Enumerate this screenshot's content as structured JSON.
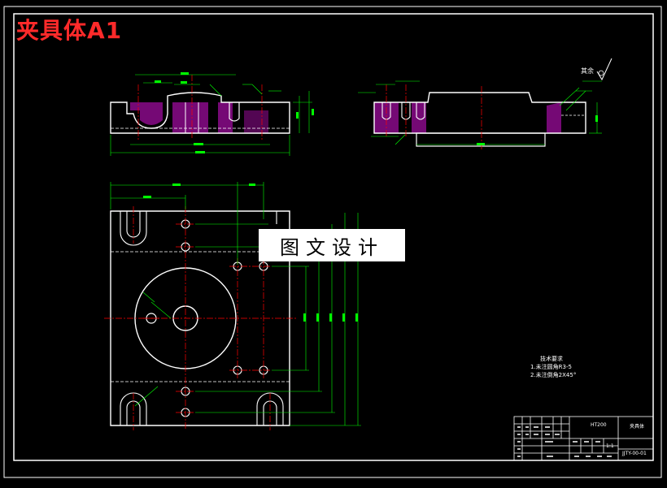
{
  "drawing": {
    "title": "夹具体A1",
    "watermark": "图文设计",
    "roughness_note": "其余",
    "tech_requirements": {
      "heading": "技术要求",
      "items": [
        "1.未注圆角R3-5",
        "2.未注倒角2X45°"
      ]
    },
    "title_block": {
      "material": "HT200",
      "part_name": "夹具体",
      "drawing_no": "JJTY-00-01",
      "scale": "1:1"
    },
    "colors": {
      "background": "#000000",
      "outline": "#ffffff",
      "dimension": "#00ff00",
      "center_line": "#ff0000",
      "hatch": "#ff00ff",
      "title": "#ff2a2a"
    }
  }
}
